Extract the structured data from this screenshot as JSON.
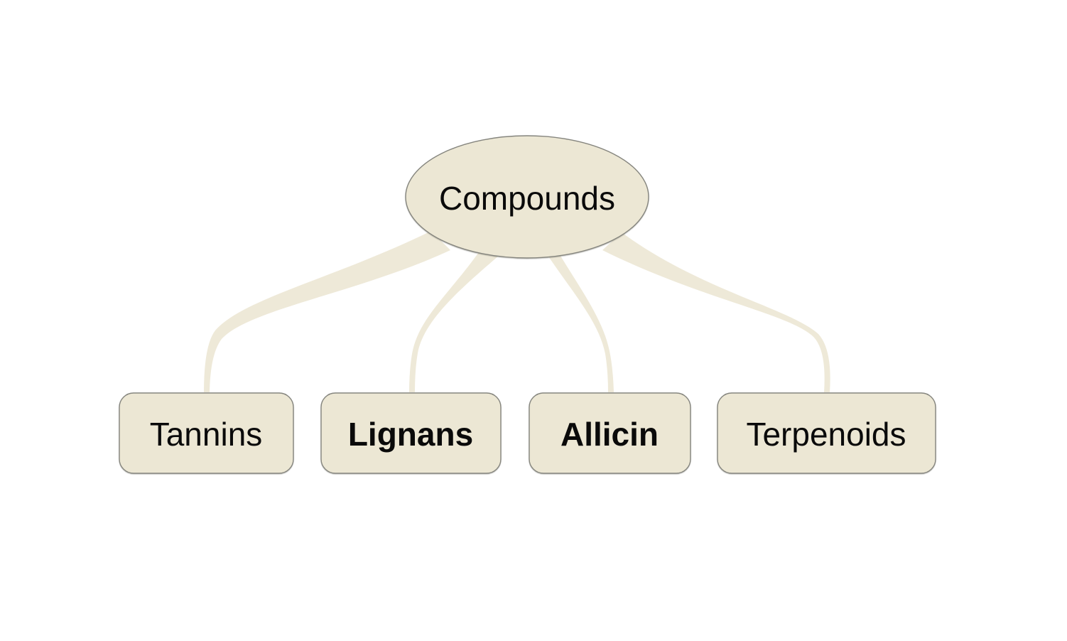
{
  "diagram": {
    "type": "mindmap-tree",
    "background_color": "#ffffff",
    "node_fill_color": "#ece7d4",
    "node_border_color": "#85857e",
    "edge_color": "#eee9d8",
    "label_color": "#0a0a0a",
    "root": {
      "label": "Compounds",
      "shape": "ellipse",
      "bold": false
    },
    "children": [
      {
        "label": "Tannins",
        "shape": "rounded-rectangle",
        "bold": false
      },
      {
        "label": "Lignans",
        "shape": "rounded-rectangle",
        "bold": true
      },
      {
        "label": "Allicin",
        "shape": "rounded-rectangle",
        "bold": true
      },
      {
        "label": "Terpenoids",
        "shape": "rounded-rectangle",
        "bold": false
      }
    ],
    "edges": [
      {
        "from": "Compounds",
        "to": "Tannins"
      },
      {
        "from": "Compounds",
        "to": "Lignans"
      },
      {
        "from": "Compounds",
        "to": "Allicin"
      },
      {
        "from": "Compounds",
        "to": "Terpenoids"
      }
    ]
  }
}
